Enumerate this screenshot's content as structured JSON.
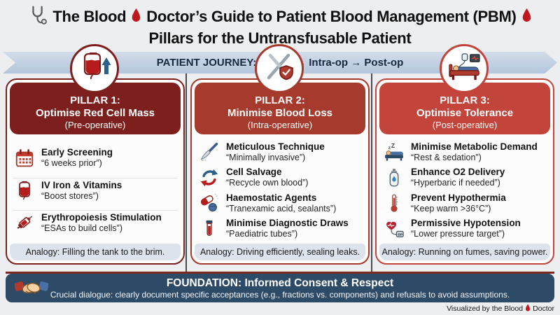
{
  "header": {
    "title_prefix": "The Blood",
    "title_main": "Doctor’s Guide to Patient Blood Management (PBM)",
    "title_line2": "Pillars for the Untransfusable Patient"
  },
  "journey": {
    "label": "PATIENT JOURNEY: Pre-op → Intra-op → Post-op"
  },
  "colors": {
    "pillar1": "#7d1f1d",
    "pillar2": "#a63a2c",
    "pillar3": "#c2443a",
    "foundation": "#2d4b66",
    "journey_arrow": "#b3c6dc",
    "blood_drop": "#c0181c"
  },
  "pillars": [
    {
      "title": "PILLAR 1:",
      "subtitle": "Optimise Red Cell Mass",
      "phase": "(Pre-operative)",
      "icon": "blood-bag-up-arrow-icon",
      "items": [
        {
          "icon": "calendar-icon",
          "title": "Early Screening",
          "detail": "“6 weeks prior”)"
        },
        {
          "icon": "blood-bag-icon",
          "title": "IV Iron & Vitamins",
          "detail": "“Boost stores”)"
        },
        {
          "icon": "syringe-icon",
          "title": "Erythropoiesis Stimulation",
          "detail": "“ESAs to build cells”)"
        }
      ],
      "analogy": "Analogy: Filling the tank to the brim."
    },
    {
      "title": "PILLAR 2:",
      "subtitle": "Minimise Blood Loss",
      "phase": "(Intra-operative)",
      "icon": "scalpel-shield-icon",
      "items": [
        {
          "icon": "scalpel-icon",
          "title": "Meticulous Technique",
          "detail": "“Minimally invasive”)"
        },
        {
          "icon": "cell-salvage-icon",
          "title": "Cell Salvage",
          "detail": "“Recycle own blood”)"
        },
        {
          "icon": "pills-icon",
          "title": "Haemostatic Agents",
          "detail": "“Tranexamic acid, sealants”)"
        },
        {
          "icon": "test-tube-icon",
          "title": "Minimise Diagnostic Draws",
          "detail": "“Paediatric tubes”)"
        }
      ],
      "analogy": "Analogy: Driving efficiently, sealing leaks."
    },
    {
      "title": "PILLAR 3:",
      "subtitle": "Optimise Tolerance",
      "phase": "(Post-operative)",
      "icon": "patient-bed-icon",
      "items": [
        {
          "icon": "sleeping-patient-icon",
          "title": "Minimise Metabolic Demand",
          "detail": "“Rest & sedation”)"
        },
        {
          "icon": "oxygen-tank-icon",
          "title": "Enhance O2 Delivery",
          "detail": "“Hyperbaric if needed”)"
        },
        {
          "icon": "thermometer-icon",
          "title": "Prevent Hypothermia",
          "detail": "“Keep warm >36°C”)"
        },
        {
          "icon": "blood-pressure-icon",
          "title": "Permissive Hypotension",
          "detail": "“Lower pressure target”)"
        }
      ],
      "analogy": "Analogy: Running on fumes, saving power."
    }
  ],
  "foundation": {
    "title": "FOUNDATION: Informed Consent & Respect",
    "subtitle": "Crucial dialogue: clearly document specific acceptances (e.g., fractions vs. components) and refusals to avoid assumptions."
  },
  "credit": {
    "prefix": "Visualized by the Blood",
    "suffix": "Doctor"
  }
}
